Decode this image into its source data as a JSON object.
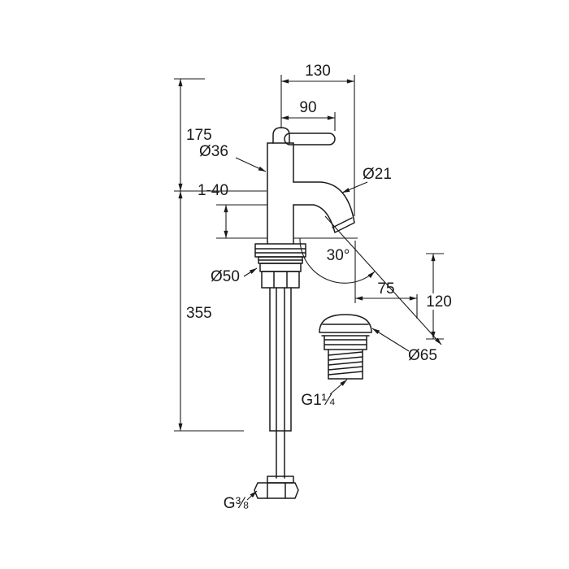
{
  "canvas": {
    "background_color": "#ffffff",
    "line_color": "#1a1a1a"
  },
  "drawing": {
    "labels": {
      "dim_130": "130",
      "dim_90": "90",
      "dim_175": "175",
      "dim_355": "355",
      "dim_1_40": "1-40",
      "dim_75": "75",
      "dim_120": "120",
      "angle_30": "30°",
      "dia_36": "Ø36",
      "dia_21": "Ø21",
      "dia_50": "Ø50",
      "dia_65": "Ø65",
      "thread_g1_14": "G1¼",
      "thread_g3_8": "G⅜"
    }
  }
}
